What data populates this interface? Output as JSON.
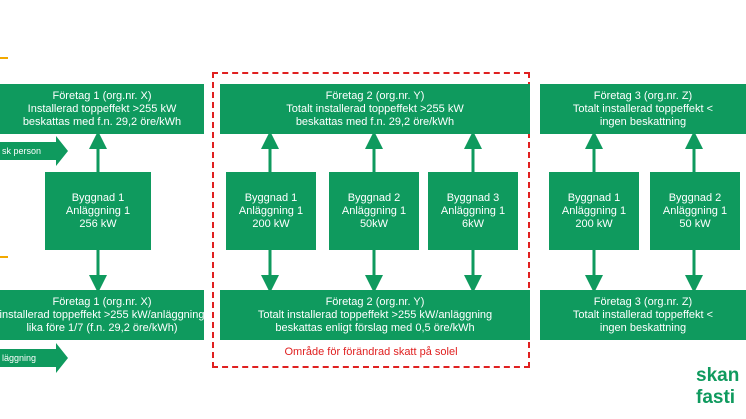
{
  "colors": {
    "box": "#0f9a5e",
    "dashed_outline": "#e02020",
    "marker": "#f2a900"
  },
  "company1": {
    "top": [
      "Företag 1 (org.nr. X)",
      "Installerad toppeffekt >255 kW",
      "beskattas med f.n. 29,2 öre/kWh"
    ],
    "bottom": [
      "Företag 1 (org.nr. X)",
      "installerad toppeffekt >255 kW/anläggning",
      "lika före 1/7 (f.n. 29,2 öre/kWh)"
    ],
    "arrow_top": "sk person",
    "arrow_bottom": "läggning",
    "building": [
      "Byggnad 1",
      "Anläggning 1",
      "256 kW"
    ]
  },
  "company2": {
    "top": [
      "Företag 2 (org.nr. Y)",
      "Totalt installerad toppeffekt >255 kW",
      "beskattas med f.n. 29,2 öre/kWh"
    ],
    "bottom": [
      "Företag 2 (org.nr. Y)",
      "Totalt installerad toppeffekt >255 kW/anläggning",
      "beskattas enligt förslag med 0,5 öre/kWh"
    ],
    "buildings": [
      [
        "Byggnad 1",
        "Anläggning 1",
        "200 kW"
      ],
      [
        "Byggnad 2",
        "Anläggning 1",
        "50kW"
      ],
      [
        "Byggnad 3",
        "Anläggning 1",
        "6kW"
      ]
    ],
    "caption": "Område för förändrad skatt på solel"
  },
  "company3": {
    "top": [
      "Företag 3 (org.nr. Z)",
      "Totalt installerad toppeffekt <",
      "ingen beskattning"
    ],
    "bottom": [
      "Företag 3 (org.nr. Z)",
      "Totalt installerad toppeffekt <",
      "ingen beskattning"
    ],
    "buildings": [
      [
        "Byggnad 1",
        "Anläggning 1",
        "200 kW"
      ],
      [
        "Byggnad 2",
        "Anläggning 1",
        "50 kW"
      ]
    ]
  },
  "logo": [
    "skan",
    "fasti"
  ]
}
